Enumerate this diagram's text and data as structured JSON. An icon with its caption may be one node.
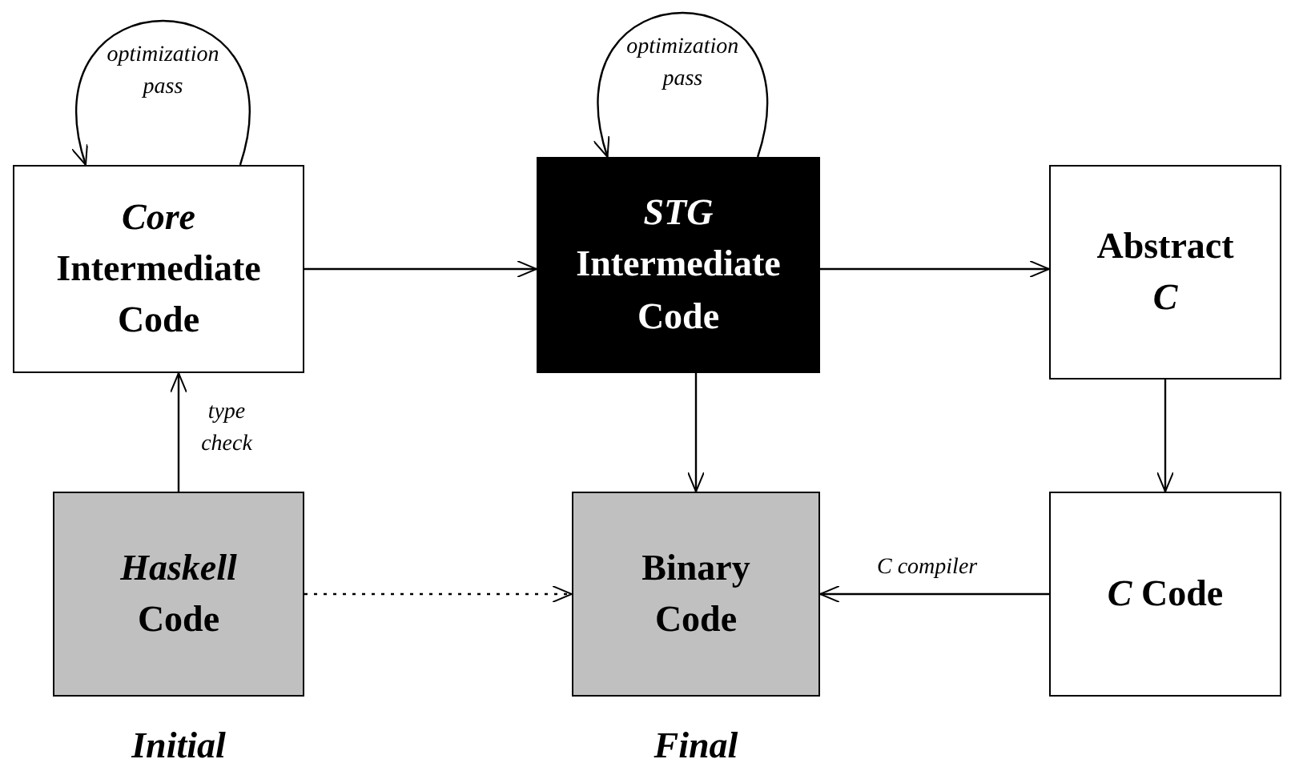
{
  "diagram": {
    "nodes": [
      {
        "text": [
          "*Core* Intermediate Code"
        ]
      },
      {
        "text": [
          "*STG* Intermediate Code"
        ]
      },
      {
        "text": [
          "Abstract *C*"
        ]
      },
      {
        "text": [
          "*Haskell* Code"
        ],
        "beside": [
          "Initial"
        ]
      },
      {
        "text": [
          "Binary Code"
        ],
        "beside": [
          "Final"
        ]
      },
      {
        "text": [
          "*C* Code"
        ]
      }
    ],
    "edges": [
      {
        "from": 0,
        "to": 0,
        "arrow": "to",
        "label": "optimization pass"
      },
      {
        "from": 1,
        "to": 1,
        "arrow": "to",
        "label": "optimization pass"
      },
      {
        "from": 0,
        "to": 1,
        "arrow": "to"
      },
      {
        "from": 1,
        "to": 2,
        "arrow": "to"
      },
      {
        "from": 3,
        "to": 0,
        "arrow": "to",
        "label": "type check"
      },
      {
        "from": 1,
        "to": 4,
        "arrow": "to"
      },
      {
        "from": 2,
        "to": 5,
        "arrow": "to"
      },
      {
        "from": 3,
        "to": 4,
        "arrow": "to",
        "style": "dashed"
      },
      {
        "from": 5,
        "to": 4,
        "arrow": "to",
        "label": "C compiler"
      }
    ]
  }
}
